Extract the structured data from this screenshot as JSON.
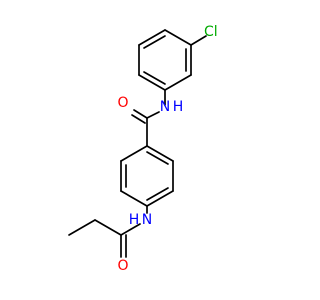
{
  "molecule": {
    "colors": {
      "bond": "#000000",
      "carbon_label": "#000000",
      "N": "#0000ff",
      "O": "#ff0000",
      "Cl": "#00aa00"
    },
    "atoms": [
      {
        "id": "Cl",
        "label": "Cl",
        "element": "Cl"
      },
      {
        "id": "N1",
        "label": "N",
        "element": "N"
      },
      {
        "id": "H1",
        "label": "H",
        "element": "N"
      },
      {
        "id": "O1",
        "label": "O",
        "element": "O"
      },
      {
        "id": "N2",
        "label": "N",
        "element": "N"
      },
      {
        "id": "H2",
        "label": "H",
        "element": "N"
      },
      {
        "id": "O2",
        "label": "O",
        "element": "O"
      }
    ]
  }
}
